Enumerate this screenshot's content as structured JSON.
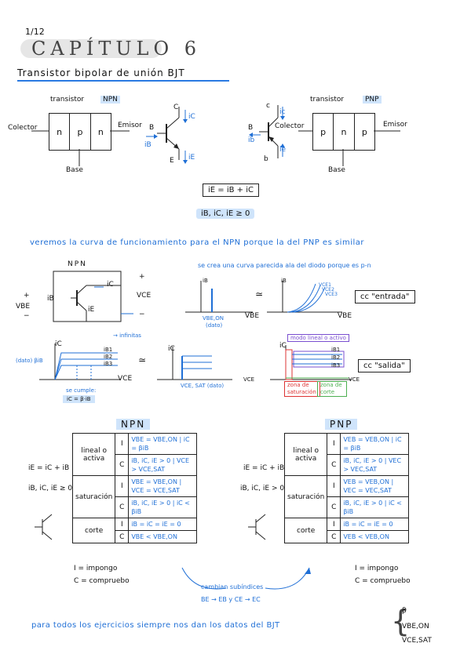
{
  "page": {
    "counter": "1/12"
  },
  "header": {
    "chapter_title": "CAPÍTULO 6",
    "section_title": "Transistor bipolar de unión BJT"
  },
  "npn_block": {
    "label": "transistor",
    "tag": "NPN",
    "left_pin": "Colector",
    "right_pin": "Emisor",
    "bottom_pin": "Base",
    "cells": [
      "n",
      "p",
      "n"
    ]
  },
  "pnp_block": {
    "label": "transistor",
    "tag": "PNP",
    "left_pin": "Colector",
    "right_pin": "Emisor",
    "bottom_pin": "Base",
    "cells": [
      "p",
      "n",
      "p"
    ]
  },
  "symbols": {
    "npn": {
      "c": "C",
      "b": "B",
      "e": "E",
      "ic": "iC",
      "ib": "iB",
      "ie": "iE"
    },
    "pnp": {
      "c": "c",
      "b": "B",
      "e": "b",
      "ic": "ic",
      "ib": "ib",
      "ie": "ie"
    }
  },
  "equations": {
    "ie_sum": "iE = iB + iC",
    "positive": "iB, iC, iE ≥ 0"
  },
  "notes": {
    "curves_intro": "veremos la curva de funcionamiento para el NPN porque la del PNP es similar",
    "diode_note": "se crea una curva parecida ala del diodo porque es p-n"
  },
  "circuit_npn": {
    "title": "NPN",
    "plus": "+",
    "minus": "−",
    "vce": "VCE",
    "vbe": "VBE",
    "ic": "iC",
    "ib": "iB",
    "ie": "iE",
    "plus_left": "+",
    "minus_left": "−"
  },
  "input_curves": {
    "graph1_y": "iB",
    "graph1_x": "VBE",
    "graph1_mark": "VBE,ON",
    "graph1_mark2": "(dato)",
    "approx": "≃",
    "graph2_y": "iB",
    "graph2_x": "VBE",
    "graph2_labels": [
      "VCE1",
      "VCE2",
      "VCE3"
    ],
    "box": "cc \"entrada\""
  },
  "output_curves": {
    "graph1_y": "iC",
    "graph1_x": "VCE",
    "labels": [
      "iB1",
      "iB2",
      "iB3"
    ],
    "annot": "→ infinitas",
    "beta": "(dato) βiB",
    "rule_title": "se cumple:",
    "rule": "iC = β·iB",
    "approx": "≃",
    "graph2_y": "iC",
    "graph2_x": "VCE",
    "graph2_mark": "VCE, SAT (dato)",
    "graph3_y": "iC",
    "graph3_x": "VCE",
    "graph3_labels": [
      "iB1",
      "iB2",
      "iB3"
    ],
    "region_active": "modo lineal o activo",
    "region_sat": "zona de saturación",
    "region_cut": "zona de corte",
    "box": "cc \"salida\""
  },
  "npn_table": {
    "title": "NPN",
    "side": [
      "iE = iC + iB",
      "iB, iC, iE ≥ 0"
    ],
    "rows": [
      {
        "mode": "lineal o activa",
        "i": "I",
        "i_cond": "VBE = VBE,ON | iC = βiB",
        "c": "C",
        "c_cond": "iB, iC, iE > 0 | VCE > VCE,SAT"
      },
      {
        "mode": "saturación",
        "i": "I",
        "i_cond": "VBE = VBE,ON | VCE = VCE,SAT",
        "c": "C",
        "c_cond": "iB, iC, iE > 0 | iC < βiB"
      },
      {
        "mode": "corte",
        "i": "I",
        "i_cond": "iB = iC = iE = 0",
        "c": "C",
        "c_cond": "VBE < VBE,ON"
      }
    ],
    "legend": [
      "I = impongo",
      "C = compruebo"
    ]
  },
  "pnp_table": {
    "title": "PNP",
    "side": [
      "iE = iC + iB",
      "iB, iC, iE > 0"
    ],
    "rows": [
      {
        "mode": "lineal o activa",
        "i": "I",
        "i_cond": "VEB = VEB,ON | iC = βiB",
        "c": "C",
        "c_cond": "iB, iC, iE > 0 | VEC > VEC,SAT"
      },
      {
        "mode": "saturación",
        "i": "I",
        "i_cond": "VEB = VEB,ON | VEC = VEC,SAT",
        "c": "C",
        "c_cond": "iB, iC, iE > 0 | iC < βiB"
      },
      {
        "mode": "corte",
        "i": "I",
        "i_cond": "iB = iC = iE = 0",
        "c": "C",
        "c_cond": "VEB < VEB,ON"
      }
    ],
    "legend": [
      "I = impongo",
      "C = compruebo"
    ]
  },
  "changes": {
    "title": "cambian subíndices",
    "detail": "BE → EB y CE → EC"
  },
  "footer": {
    "text": "para todos los ejercicios siempre nos dan los datos del BJT",
    "items": [
      "β",
      "VBE,ON",
      "VCE,SAT"
    ]
  }
}
